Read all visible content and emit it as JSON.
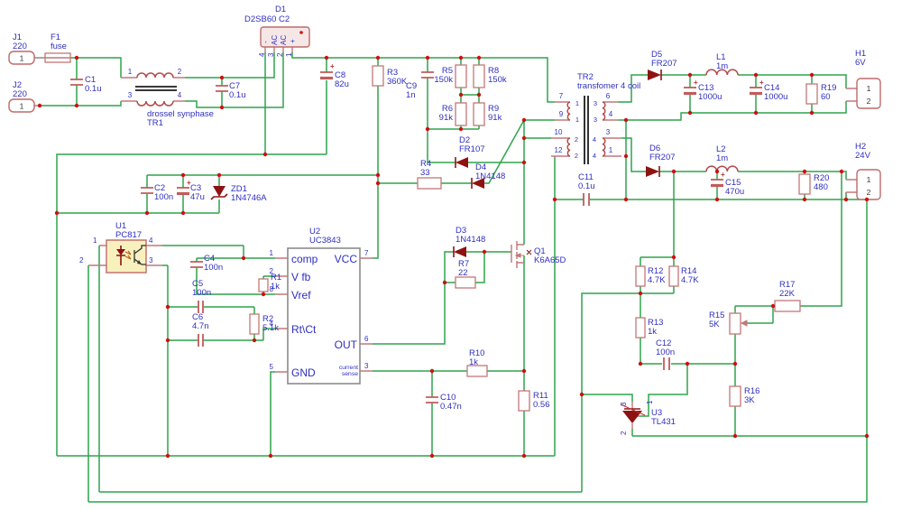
{
  "sym": {
    "plus": "+"
  },
  "c": {
    "j1": {
      "ref": "J1",
      "val": "220",
      "pin": "1"
    },
    "f1": {
      "ref": "F1",
      "val": "fuse"
    },
    "c1": {
      "ref": "C1",
      "val": "0.1u"
    },
    "j2": {
      "ref": "J2",
      "val": "220",
      "pin": "1"
    },
    "tr1": {
      "ref": "TR1",
      "note": "drossel synphase",
      "pins": [
        "1",
        "2",
        "3",
        "4"
      ]
    },
    "c7": {
      "ref": "C7",
      "val": "0.1u"
    },
    "d1": {
      "ref": "D1",
      "val": "D2SB60 C2",
      "pins": [
        "4",
        "3",
        "2",
        "1"
      ],
      "marks": [
        "-",
        "AC",
        "AC",
        "+"
      ]
    },
    "c8": {
      "ref": "C8",
      "val": "82u"
    },
    "r3": {
      "ref": "R3",
      "val": "360K"
    },
    "c9": {
      "ref": "C9",
      "val": "1n"
    },
    "r5": {
      "ref": "R5",
      "val": "150k"
    },
    "r8": {
      "ref": "R8",
      "val": "150k"
    },
    "r6": {
      "ref": "R6",
      "val": "91k"
    },
    "r9": {
      "ref": "R9",
      "val": "91k"
    },
    "d2": {
      "ref": "D2",
      "val": "FR107"
    },
    "r4": {
      "ref": "R4",
      "val": "33"
    },
    "d4": {
      "ref": "D4",
      "val": "1N4148"
    },
    "tr2": {
      "ref": "TR2",
      "note": "transfomer 4 coil",
      "pins_left": [
        "7",
        "9",
        "10",
        "12"
      ],
      "pins_right": [
        "6",
        "4",
        "3",
        "1"
      ],
      "w_left": [
        "1",
        "1",
        "2",
        "2"
      ],
      "w_right": [
        "3",
        "3",
        "4",
        "4"
      ]
    },
    "c2": {
      "ref": "C2",
      "val": "100n"
    },
    "c3": {
      "ref": "C3",
      "val": "47u"
    },
    "zd1": {
      "ref": "ZD1",
      "val": "1N4746A"
    },
    "u1": {
      "ref": "U1",
      "part": "PC817",
      "pins": [
        "1",
        "2",
        "3",
        "4"
      ]
    },
    "u2": {
      "ref": "U2",
      "part": "UC3843",
      "nums": {
        "comp": "1",
        "vfb": "2",
        "vref": "8",
        "rtct": "4",
        "gnd": "5",
        "vcc": "7",
        "out": "6",
        "cs": "3"
      },
      "names": {
        "comp": "comp",
        "vfb": "V fb",
        "vref": "Vref",
        "rtct": "Rt\\Ct",
        "gnd": "GND",
        "vcc": "VCC",
        "out": "OUT",
        "cs1": "current",
        "cs2": "sense"
      }
    },
    "c4": {
      "ref": "C4",
      "val": "100n"
    },
    "c5": {
      "ref": "C5",
      "val": "100n"
    },
    "c6": {
      "ref": "C6",
      "val": "4.7n"
    },
    "r1": {
      "ref": "R1",
      "val": "1k"
    },
    "r2": {
      "ref": "R2",
      "val": "5.1k"
    },
    "d3": {
      "ref": "D3",
      "val": "1N4148"
    },
    "r7": {
      "ref": "R7",
      "val": "22"
    },
    "q1": {
      "ref": "Q1",
      "val": "K6A65D"
    },
    "r10": {
      "ref": "R10",
      "val": "1k"
    },
    "c10": {
      "ref": "C10",
      "val": "0.47n"
    },
    "r11": {
      "ref": "R11",
      "val": "0.56"
    },
    "c11": {
      "ref": "C11",
      "val": "0.1u"
    },
    "d5": {
      "ref": "D5",
      "val": "FR207"
    },
    "l1": {
      "ref": "L1",
      "val": "1m"
    },
    "c13": {
      "ref": "C13",
      "val": "1000u"
    },
    "c14": {
      "ref": "C14",
      "val": "1000u"
    },
    "r19": {
      "ref": "R19",
      "val": "60"
    },
    "h1": {
      "ref": "H1",
      "val": "6V",
      "pins": [
        "1",
        "2"
      ]
    },
    "d6": {
      "ref": "D6",
      "val": "FR207"
    },
    "l2": {
      "ref": "L2",
      "val": "1m"
    },
    "c15": {
      "ref": "C15",
      "val": "470u"
    },
    "r20": {
      "ref": "R20",
      "val": "480"
    },
    "h2": {
      "ref": "H2",
      "val": "24V",
      "pins": [
        "1",
        "2"
      ]
    },
    "r12": {
      "ref": "R12",
      "val": "4.7K"
    },
    "r14": {
      "ref": "R14",
      "val": "4.7K"
    },
    "r13": {
      "ref": "R13",
      "val": "1k"
    },
    "c12": {
      "ref": "C12",
      "val": "100n"
    },
    "r15": {
      "ref": "R15",
      "val": "5K"
    },
    "r17": {
      "ref": "R17",
      "val": "22K"
    },
    "r16": {
      "ref": "R16",
      "val": "3K"
    },
    "u3": {
      "ref": "U3",
      "part": "TL431",
      "pins": [
        "3",
        "1",
        "2"
      ]
    }
  }
}
